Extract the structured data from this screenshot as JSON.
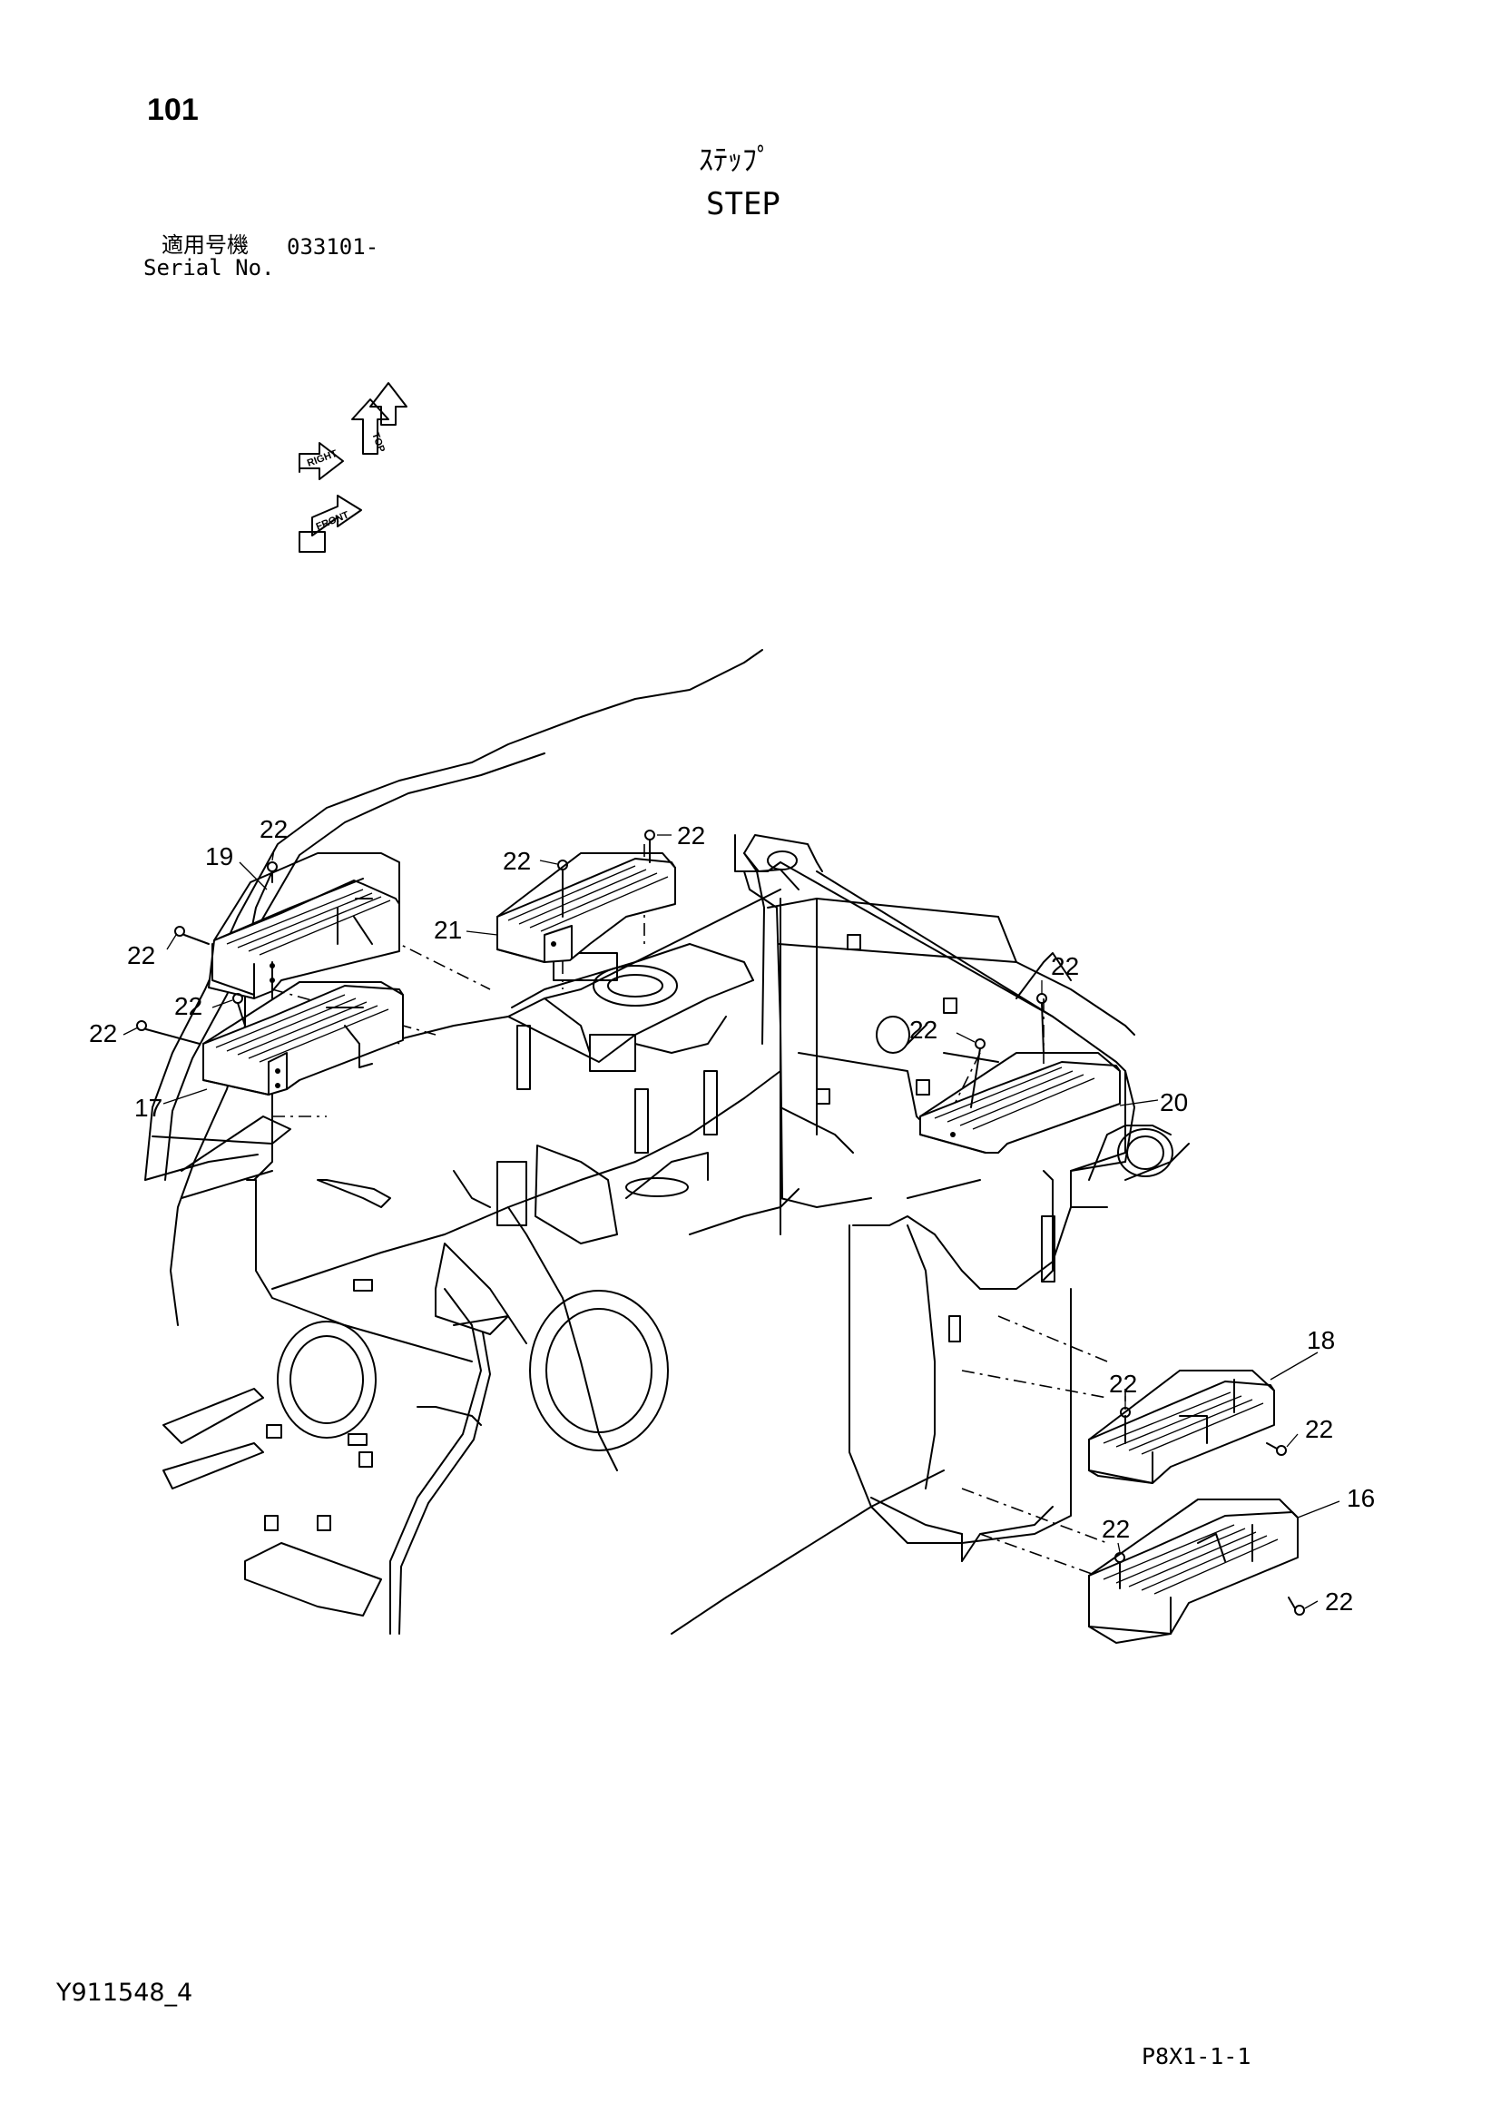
{
  "header": {
    "page_number": "101",
    "title_ja": "ｽﾃｯﾌﾟ",
    "title_en": "STEP",
    "serial_label_ja": "適用号機",
    "serial_value": "033101-",
    "serial_label_en": "Serial No."
  },
  "orientation_arrows": {
    "top_label": "TOP",
    "right_label": "RIGHT",
    "front_label": "FRONT"
  },
  "callouts": {
    "c22_a": "22",
    "c19": "19",
    "c22_b": "22",
    "c22_c": "22",
    "c17": "17",
    "c22_d": "22",
    "c22_e": "22",
    "c22_f": "22",
    "c21": "21",
    "c22_g": "22",
    "c22_h": "22",
    "c20": "20",
    "c18": "18",
    "c22_i": "22",
    "c22_j": "22",
    "c22_k": "22",
    "c16": "16",
    "c22_l": "22"
  },
  "footer": {
    "drawing_id": "Y911548_4",
    "page_code": "P8X1-1-1"
  }
}
